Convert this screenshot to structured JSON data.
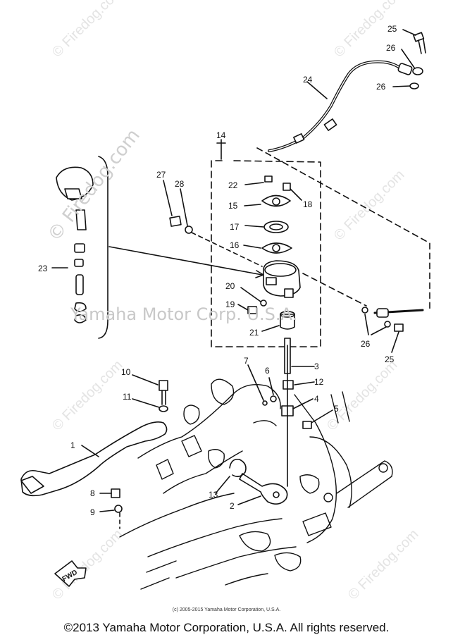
{
  "watermarks": {
    "small": "© Firedog.com",
    "large_firedog": "© Firedog.com",
    "large_yamaha": "Yamaha Motor Corp. U.S.A."
  },
  "part_labels": [
    "1",
    "2",
    "3",
    "4",
    "5",
    "6",
    "7",
    "8",
    "9",
    "10",
    "11",
    "12",
    "13",
    "14",
    "15",
    "16",
    "17",
    "18",
    "19",
    "20",
    "21",
    "22",
    "23",
    "24",
    "25",
    "26",
    "27",
    "28"
  ],
  "label_26_b": "26",
  "label_26_c": "26",
  "label_25_b": "25",
  "fwd_label": "FWD",
  "copyright_small": "(c) 2005-2015 Yamaha Motor Corporation, U.S.A.",
  "copyright_main": "©2013 Yamaha Motor Corporation, U.S.A. All rights reserved."
}
